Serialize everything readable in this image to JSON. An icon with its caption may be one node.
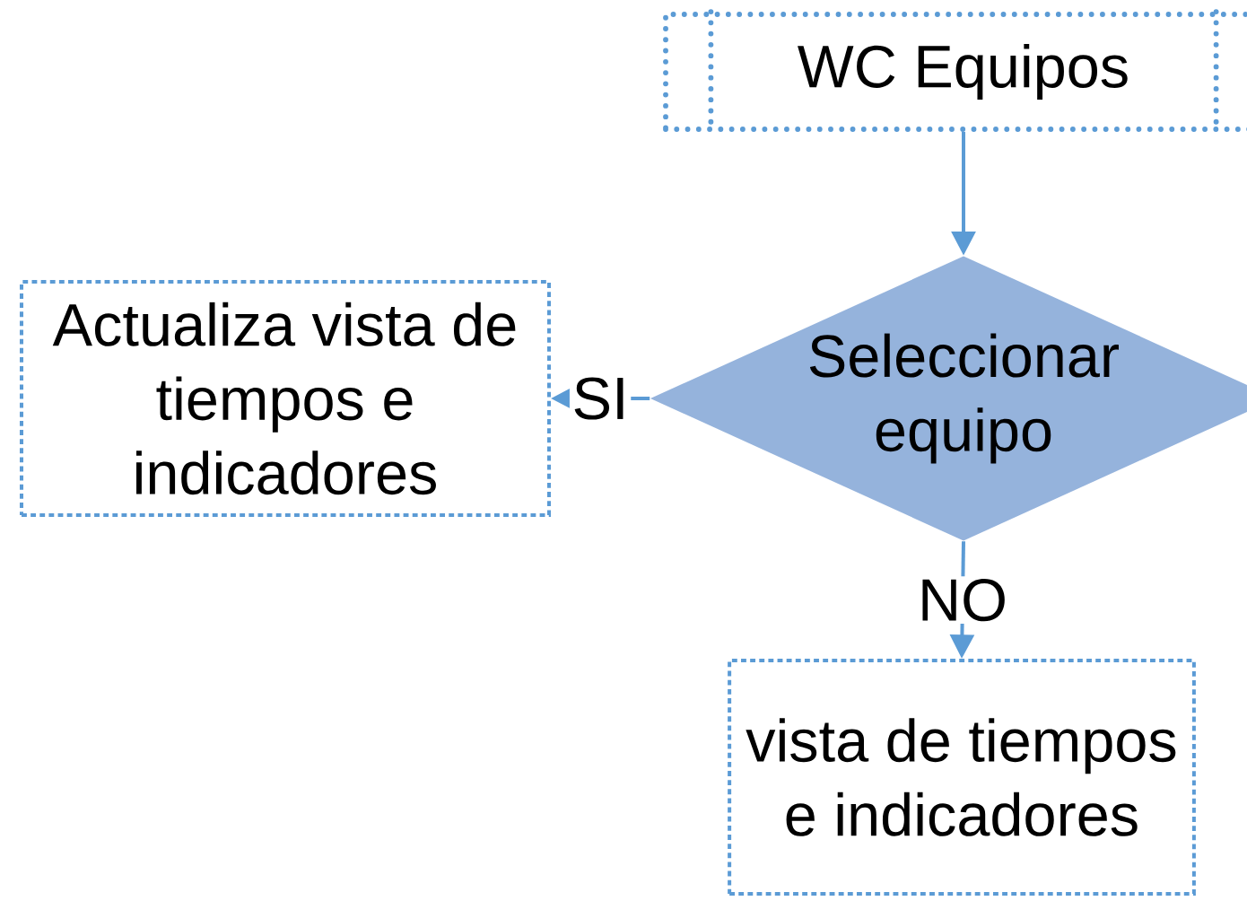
{
  "diagram": {
    "nodes": [
      {
        "text": [
          "WC Equipos"
        ]
      },
      {
        "text": [
          "Seleccionar equipo"
        ]
      },
      {
        "text": [
          "Actualiza vista de tiempos e indicadores"
        ]
      },
      {
        "text": [
          "vista de tiempos e indicadores"
        ]
      }
    ],
    "edges": [
      {
        "from": 0,
        "to": 1,
        "arrow": "to"
      },
      {
        "from": 1,
        "to": 2,
        "arrow": "to",
        "label": "SI"
      },
      {
        "from": 1,
        "to": 3,
        "arrow": "to",
        "label": "NO"
      }
    ]
  }
}
